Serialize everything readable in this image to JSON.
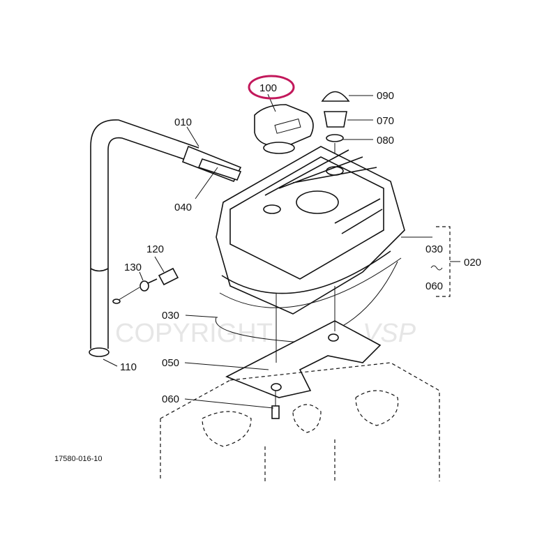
{
  "diagram": {
    "drawing_number": "17580-016-10",
    "highlight_color": "#c2185b",
    "highlighted_part": "100",
    "watermark": {
      "left": "COPYRIGHT",
      "right": "VSP"
    },
    "parts": {
      "p010": "010",
      "p020": "020",
      "p030a": "030",
      "p030b": "030",
      "p040": "040",
      "p050": "050",
      "p060a": "060",
      "p060b": "060",
      "p070": "070",
      "p080": "080",
      "p090": "090",
      "p100": "100",
      "p110": "110",
      "p120": "120",
      "p130": "130"
    }
  }
}
